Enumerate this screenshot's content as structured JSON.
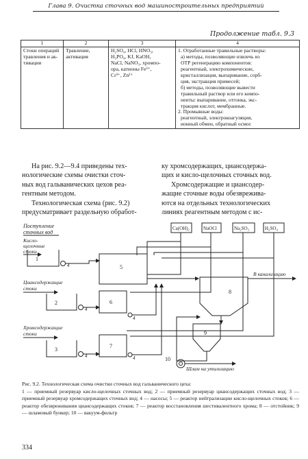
{
  "running_head": "Глава 9. Очистка сточных вод машиностроительных предприятий",
  "continuation": "Продолжение табл. 9.3",
  "table": {
    "col_numbers": [
      "1",
      "2",
      "3",
      "4"
    ],
    "row": {
      "c1": [
        "Стоки операций",
        "травления и ак-",
        "тивации"
      ],
      "c2": [
        "Травление,",
        "активация"
      ],
      "c3": [
        "H₂SO₄, HCl, HNO₃,",
        "H₃PO₄, KJ, KaOH,",
        "NaCl, NaNO₃, хромпо-",
        "ора, катионы Fe³⁺,",
        "Cr³⁺, Zn²⁺"
      ],
      "c4": [
        "1. Отработанные травильные растворы:",
        "а) методы, позволяющие извлечь из",
        "ОТР регенерацию компонентов:",
        "реагентный, электрохимические,",
        "кристаллизация, выпаривание, сорб-",
        "ция, экстракция примесей;",
        "б) методы, позволяющие вывести",
        "травильный раствор или его компо-",
        "ненты: выпаривание, отгонка, экс-",
        "тракция кислот, мембранные.",
        "2. Промывные воды:",
        "реагентный, электрокоагуляция,",
        "ионный обмен, обратный осмос"
      ]
    }
  },
  "text_left": [
    "На рис. 9.2—9.4 приведены тех-",
    "нологические схемы очистки сточ-",
    "ных вод гальванических цехов реа-",
    "гентным методом.",
    "Технологическая схема (рис. 9.2)",
    "предусматривает раздельную обработ-"
  ],
  "text_right": [
    "ку хромсодержащих, циансодержа-",
    "щих и кисло-щелочных сточных вод.",
    "Хромсодержащие и циансодер-",
    "жащие сточные воды обезврежива-",
    "ются на отдельных технологических",
    "линиях реагентным методом с ис-"
  ],
  "diagram": {
    "inflow_title_1": "Поступление",
    "inflow_title_2": "сточных вод",
    "stream_acid_1": "Кисло-",
    "stream_acid_2": "щелочные",
    "stream_acid_3": "стоки",
    "stream_cyan_1": "Циансодержащие",
    "stream_cyan_2": "стоки",
    "stream_chrom_1": "Хромсодержащие",
    "stream_chrom_2": "стоки",
    "reagent_1": "Ca(OH)₂",
    "reagent_2": "NaOCl",
    "reagent_3": "Na₂SO₃",
    "reagent_4": "H₂SO₄",
    "to_sewer": "В канализацию",
    "sludge_out": "Шлам на утилизацию",
    "unit_1": "1",
    "unit_2": "2",
    "unit_3": "3",
    "unit_5": "5",
    "unit_6": "6",
    "unit_7": "7",
    "unit_8": "8",
    "unit_9": "9",
    "unit_10": "10",
    "pump_label_a": "4",
    "pump_label_b": "4",
    "pump_label_c": "4",
    "pump_label_d": "4",
    "pump_label_e": "4"
  },
  "caption": {
    "title": "Рис. 9.2. Технологическая схема очистки сточных вод гальванического цеха:",
    "body": "1 — приемный резервуар кисло-щелочных сточных вод; 2 — приемный резервуар циансодержащих сточных вод; 3 — приемный резервуар хромсодержащих сточных вод; 4 — насосы; 5 — реактор нейтрализации кисло-щелочных стоков; 6 — реактор обезвреживания циансодержащих стоков; 7 — реактор восстановления шестивалентного хрома; 8 — отстойник; 9 — шламовый бункер; 10 — вакуум-фильтр"
  },
  "page_number": "334"
}
